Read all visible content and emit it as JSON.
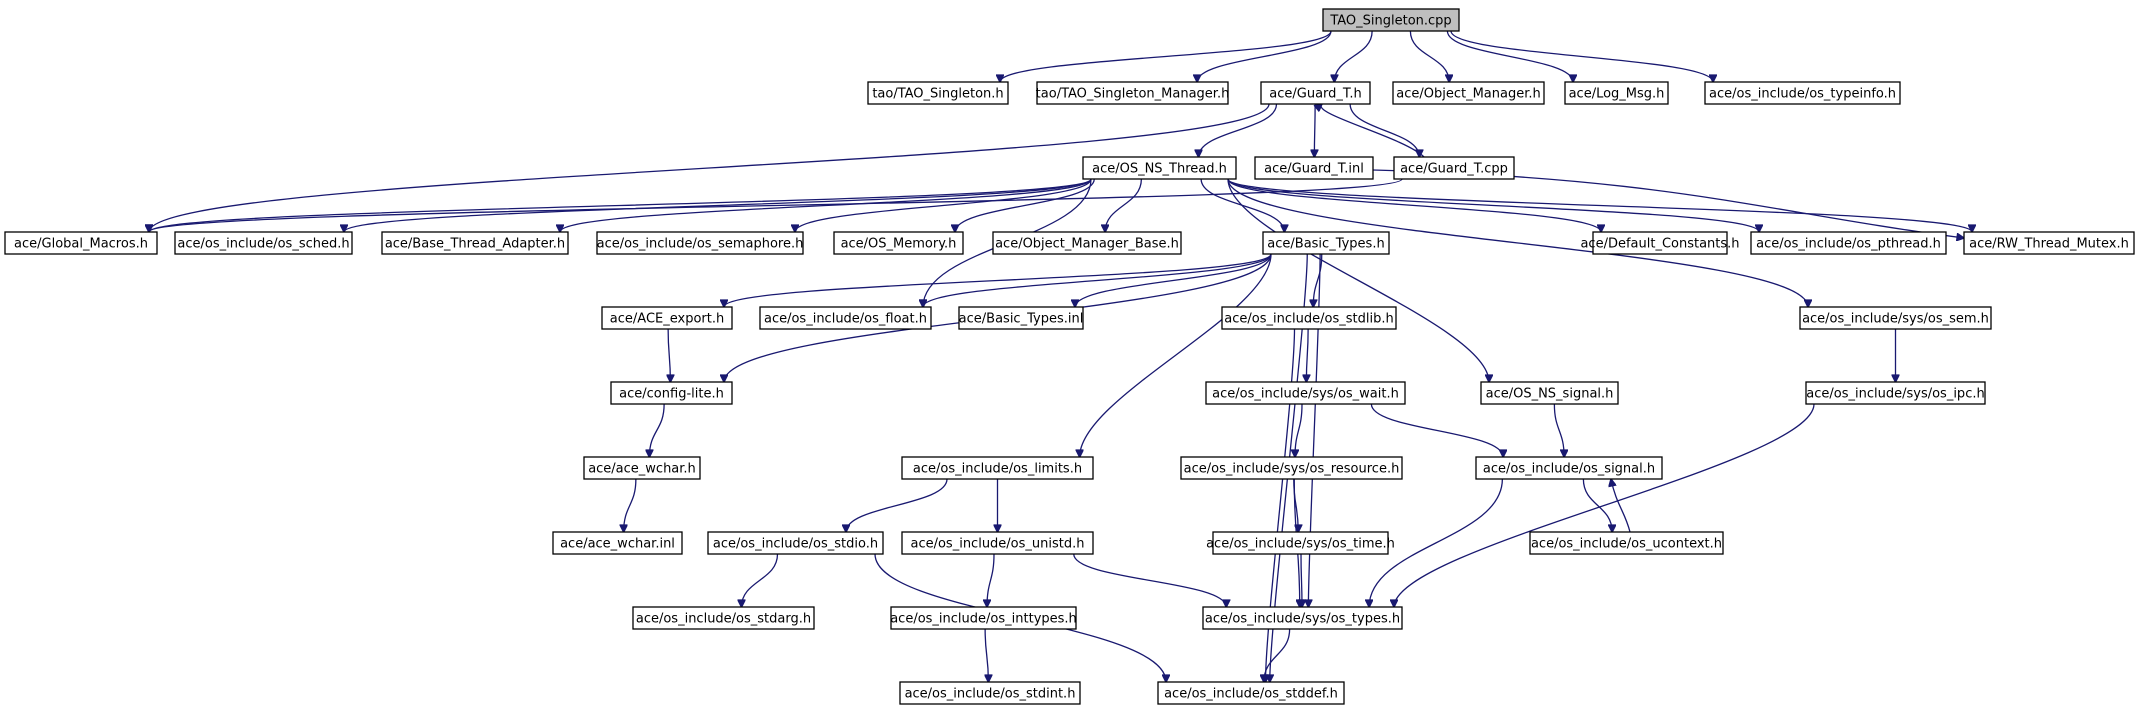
{
  "diagram": {
    "type": "include-dependency-graph",
    "colors": {
      "edge": "#191970",
      "root_fill": "#bfbfbf",
      "node_fill": "#ffffff",
      "node_border": "#000000"
    },
    "nodes": [
      {
        "id": "n0",
        "label": "TAO_Singleton.cpp",
        "root": true
      },
      {
        "id": "n1",
        "label": "tao/TAO_Singleton.h"
      },
      {
        "id": "n2",
        "label": "tao/TAO_Singleton_Manager.h"
      },
      {
        "id": "n3",
        "label": "ace/Guard_T.h"
      },
      {
        "id": "n4",
        "label": "ace/Object_Manager.h"
      },
      {
        "id": "n5",
        "label": "ace/Log_Msg.h"
      },
      {
        "id": "n6",
        "label": "ace/os_include/os_typeinfo.h"
      },
      {
        "id": "n7",
        "label": "ace/OS_NS_Thread.h"
      },
      {
        "id": "n8",
        "label": "ace/Guard_T.inl"
      },
      {
        "id": "n9",
        "label": "ace/Guard_T.cpp"
      },
      {
        "id": "n10",
        "label": "ace/Global_Macros.h"
      },
      {
        "id": "n11",
        "label": "ace/os_include/os_sched.h"
      },
      {
        "id": "n12",
        "label": "ace/Base_Thread_Adapter.h"
      },
      {
        "id": "n13",
        "label": "ace/os_include/os_semaphore.h"
      },
      {
        "id": "n14",
        "label": "ace/OS_Memory.h"
      },
      {
        "id": "n15",
        "label": "ace/Object_Manager_Base.h"
      },
      {
        "id": "n16",
        "label": "ace/Basic_Types.h"
      },
      {
        "id": "n17",
        "label": "ace/Default_Constants.h"
      },
      {
        "id": "n18",
        "label": "ace/os_include/os_pthread.h"
      },
      {
        "id": "n19",
        "label": "ace/RW_Thread_Mutex.h"
      },
      {
        "id": "n20",
        "label": "ace/ACE_export.h"
      },
      {
        "id": "n21",
        "label": "ace/os_include/os_float.h"
      },
      {
        "id": "n22",
        "label": "ace/Basic_Types.inl"
      },
      {
        "id": "n23",
        "label": "ace/os_include/os_stdlib.h"
      },
      {
        "id": "n24",
        "label": "ace/os_include/sys/os_sem.h"
      },
      {
        "id": "n25",
        "label": "ace/config-lite.h"
      },
      {
        "id": "n26",
        "label": "ace/os_include/sys/os_wait.h"
      },
      {
        "id": "n27",
        "label": "ace/OS_NS_signal.h"
      },
      {
        "id": "n28",
        "label": "ace/os_include/sys/os_ipc.h"
      },
      {
        "id": "n29",
        "label": "ace/ace_wchar.h"
      },
      {
        "id": "n30",
        "label": "ace/os_include/os_limits.h"
      },
      {
        "id": "n31",
        "label": "ace/os_include/sys/os_resource.h"
      },
      {
        "id": "n32",
        "label": "ace/os_include/os_signal.h"
      },
      {
        "id": "n33",
        "label": "ace/ace_wchar.inl"
      },
      {
        "id": "n34",
        "label": "ace/os_include/os_stdio.h"
      },
      {
        "id": "n35",
        "label": "ace/os_include/os_unistd.h"
      },
      {
        "id": "n36",
        "label": "ace/os_include/sys/os_time.h"
      },
      {
        "id": "n37",
        "label": "ace/os_include/os_ucontext.h"
      },
      {
        "id": "n38",
        "label": "ace/os_include/os_stdarg.h"
      },
      {
        "id": "n39",
        "label": "ace/os_include/os_inttypes.h"
      },
      {
        "id": "n40",
        "label": "ace/os_include/sys/os_types.h"
      },
      {
        "id": "n41",
        "label": "ace/os_include/os_stdint.h"
      },
      {
        "id": "n42",
        "label": "ace/os_include/os_stddef.h"
      }
    ],
    "edges": [
      [
        "n0",
        "n1"
      ],
      [
        "n0",
        "n2"
      ],
      [
        "n0",
        "n3"
      ],
      [
        "n0",
        "n4"
      ],
      [
        "n0",
        "n5"
      ],
      [
        "n0",
        "n6"
      ],
      [
        "n3",
        "n10"
      ],
      [
        "n3",
        "n7"
      ],
      [
        "n3",
        "n8"
      ],
      [
        "n3",
        "n9"
      ],
      [
        "n9",
        "n3"
      ],
      [
        "n7",
        "n10"
      ],
      [
        "n7",
        "n11"
      ],
      [
        "n7",
        "n12"
      ],
      [
        "n7",
        "n13"
      ],
      [
        "n7",
        "n14"
      ],
      [
        "n7",
        "n15"
      ],
      [
        "n7",
        "n16"
      ],
      [
        "n7",
        "n17"
      ],
      [
        "n7",
        "n18"
      ],
      [
        "n7",
        "n19"
      ],
      [
        "n7",
        "n21"
      ],
      [
        "n7",
        "n24"
      ],
      [
        "n7",
        "n27"
      ],
      [
        "n8",
        "n19"
      ],
      [
        "n9",
        "n10"
      ],
      [
        "n16",
        "n20"
      ],
      [
        "n16",
        "n21"
      ],
      [
        "n16",
        "n22"
      ],
      [
        "n16",
        "n23"
      ],
      [
        "n16",
        "n25"
      ],
      [
        "n16",
        "n30"
      ],
      [
        "n16",
        "n40"
      ],
      [
        "n16",
        "n42"
      ],
      [
        "n20",
        "n25"
      ],
      [
        "n25",
        "n29"
      ],
      [
        "n29",
        "n33"
      ],
      [
        "n23",
        "n26"
      ],
      [
        "n23",
        "n42"
      ],
      [
        "n26",
        "n31"
      ],
      [
        "n26",
        "n32"
      ],
      [
        "n27",
        "n32"
      ],
      [
        "n24",
        "n28"
      ],
      [
        "n28",
        "n40"
      ],
      [
        "n30",
        "n34"
      ],
      [
        "n30",
        "n35"
      ],
      [
        "n31",
        "n36"
      ],
      [
        "n31",
        "n40"
      ],
      [
        "n36",
        "n40"
      ],
      [
        "n32",
        "n37"
      ],
      [
        "n37",
        "n32"
      ],
      [
        "n32",
        "n40"
      ],
      [
        "n34",
        "n38"
      ],
      [
        "n34",
        "n42"
      ],
      [
        "n35",
        "n39"
      ],
      [
        "n35",
        "n40"
      ],
      [
        "n39",
        "n41"
      ],
      [
        "n40",
        "n42"
      ]
    ]
  }
}
